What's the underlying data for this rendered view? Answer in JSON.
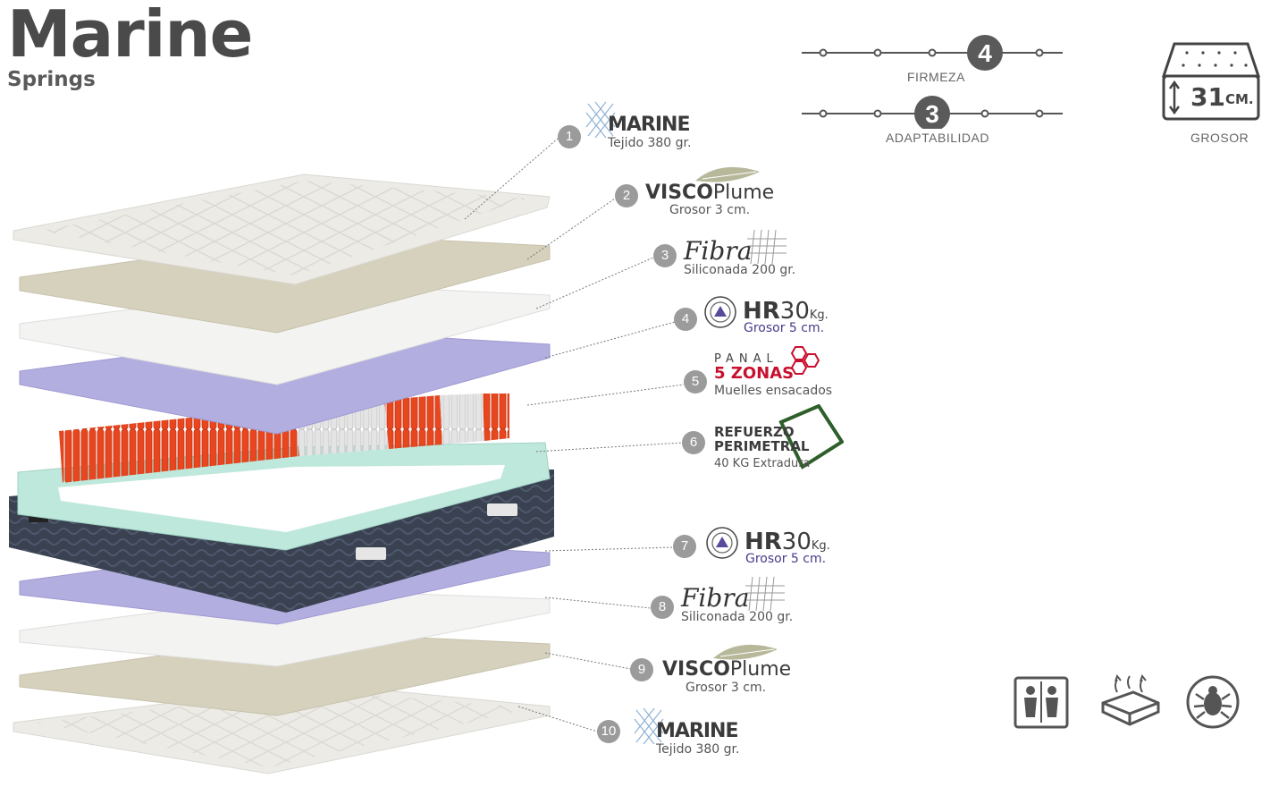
{
  "brand": {
    "title": "Marine",
    "subtitle": "Springs"
  },
  "ratings": {
    "firmeza": {
      "label": "FIRMEZA",
      "value": "4",
      "position": 4,
      "steps": 5
    },
    "adaptabilidad": {
      "label": "ADAPTABILIDAD",
      "value": "3",
      "position": 3,
      "steps": 5
    }
  },
  "thickness": {
    "value": "31",
    "unit": "CM.",
    "label": "GROSOR"
  },
  "layers": [
    {
      "num": "1",
      "title": "MARINE",
      "subtitle": "Tejido 380 gr."
    },
    {
      "num": "2",
      "title_a": "VISCO",
      "title_b": "Plume",
      "subtitle": "Grosor 3 cm."
    },
    {
      "num": "3",
      "title": "Fibra",
      "subtitle": "Siliconada 200 gr."
    },
    {
      "num": "4",
      "title": "HR",
      "title_num": "30",
      "title_unit": "Kg.",
      "subtitle": "Grosor 5 cm."
    },
    {
      "num": "5",
      "title_top": "PANAL",
      "title": "5 ZONAS",
      "subtitle": "Muelles ensacados"
    },
    {
      "num": "6",
      "title_a": "REFUERZO",
      "title_b": "PERIMETRAL",
      "subtitle": "40 KG Extradura"
    },
    {
      "num": "7",
      "title": "HR",
      "title_num": "30",
      "title_unit": "Kg.",
      "subtitle": "Grosor 5 cm."
    },
    {
      "num": "8",
      "title": "Fibra",
      "subtitle": "Siliconada 200 gr."
    },
    {
      "num": "9",
      "title_a": "VISCO",
      "title_b": "Plume",
      "subtitle": "Grosor 3 cm."
    },
    {
      "num": "10",
      "title": "MARINE",
      "subtitle": "Tejido 380 gr."
    }
  ],
  "feature_icons": [
    "double-bed-icon",
    "breathable-icon",
    "anti-mite-icon"
  ],
  "colors": {
    "purple_foam": "#b3aee0",
    "spring_orange": "#e8461e",
    "mint_frame": "#bfe8dc",
    "navy_cover": "#3a4252",
    "visco_beige": "#d6d1bc",
    "fibra_white": "#f3f3f1",
    "fabric_white": "#ecebe6",
    "frame_green": "#2e5f2a"
  }
}
